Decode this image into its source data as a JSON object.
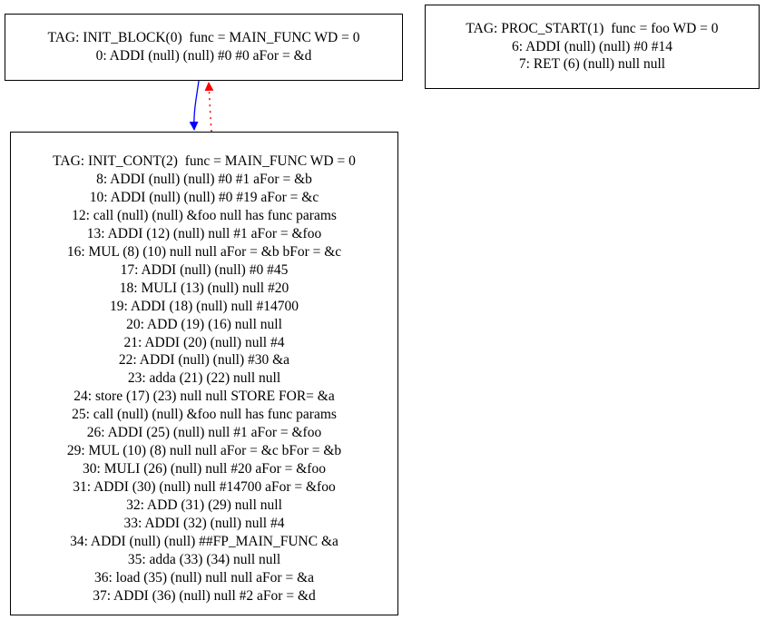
{
  "diagram": {
    "nodes": {
      "init_block": {
        "lines": [
          "TAG: INIT_BLOCK(0)  func = MAIN_FUNC WD = 0",
          "0: ADDI (null) (null) #0 #0 aFor = &d"
        ]
      },
      "proc_start": {
        "lines": [
          "TAG: PROC_START(1)  func = foo WD = 0",
          "6: ADDI (null) (null) #0 #14",
          "7: RET (6) (null) null null"
        ]
      },
      "init_cont": {
        "lines": [
          "TAG: INIT_CONT(2)  func = MAIN_FUNC WD = 0",
          "8: ADDI (null) (null) #0 #1 aFor = &b",
          "10: ADDI (null) (null) #0 #19 aFor = &c",
          "12: call (null) (null) &foo null has func params",
          "13: ADDI (12) (null) null #1 aFor = &foo",
          "16: MUL (8) (10) null null aFor = &b bFor = &c",
          "17: ADDI (null) (null) #0 #45",
          "18: MULI (13) (null) null #20",
          "19: ADDI (18) (null) null #14700",
          "20: ADD (19) (16) null null",
          "21: ADDI (20) (null) null #4",
          "22: ADDI (null) (null) #30 &a",
          "23: adda (21) (22) null null",
          "24: store (17) (23) null null STORE FOR= &a",
          "25: call (null) (null) &foo null has func params",
          "26: ADDI (25) (null) null #1 aFor = &foo",
          "29: MUL (10) (8) null null aFor = &c bFor = &b",
          "30: MULI (26) (null) null #20 aFor = &foo",
          "31: ADDI (30) (null) null #14700 aFor = &foo",
          "32: ADD (31) (29) null null",
          "33: ADDI (32) (null) null #4",
          "34: ADDI (null) (null) ##FP_MAIN_FUNC &a",
          "35: adda (33) (34) null null",
          "36: load (35) (null) null null aFor = &a",
          "37: ADDI (36) (null) null #2 aFor = &d"
        ]
      }
    },
    "edges": [
      {
        "from": "INIT_BLOCK(0)",
        "to": "INIT_CONT(2)",
        "style": "solid",
        "color": "#0000ff"
      },
      {
        "from": "INIT_CONT(2)",
        "to": "INIT_BLOCK(0)",
        "style": "dotted",
        "color": "#ff0000"
      }
    ]
  }
}
